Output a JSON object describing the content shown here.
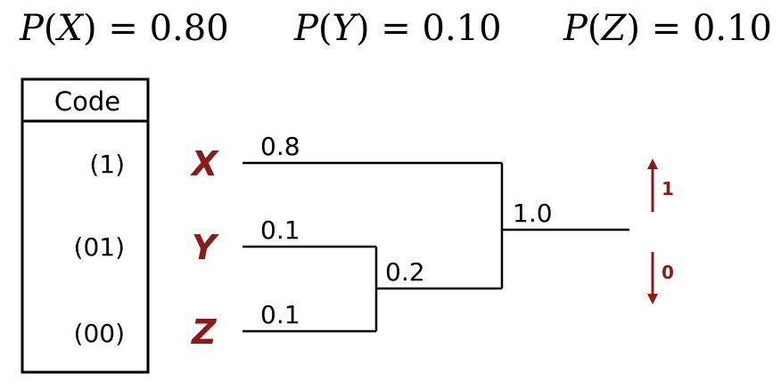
{
  "probabilities": [
    {
      "symbol": "X",
      "value": "0.80"
    },
    {
      "symbol": "Y",
      "value": "0.10"
    },
    {
      "symbol": "Z",
      "value": "0.10"
    }
  ],
  "code_table": {
    "header": "Code",
    "rows": [
      "(1)",
      "(01)",
      "(00)"
    ]
  },
  "symbols": [
    "X",
    "Y",
    "Z"
  ],
  "leaf_weights": [
    "0.8",
    "0.1",
    "0.1"
  ],
  "node_weights": {
    "yz": "0.2",
    "root": "1.0"
  },
  "branch_labels": {
    "up": "1",
    "down": "0"
  },
  "colors": {
    "symbol": "#8b1a1a",
    "arrow": "#8b1a1a",
    "line": "#000000"
  }
}
